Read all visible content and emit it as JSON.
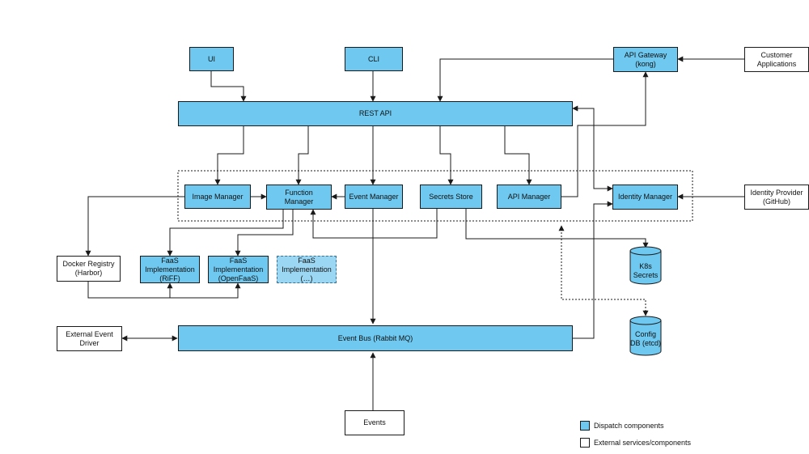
{
  "components": {
    "ui": "UI",
    "cli": "CLI",
    "api_gateway": "API Gateway\n(kong)",
    "customer_apps": "Customer\nApplications",
    "rest_api": "REST API",
    "image_manager": "Image Manager",
    "function_manager": "Function\nManager",
    "event_manager": "Event Manager",
    "secrets_store": "Secrets Store",
    "api_manager": "API Manager",
    "identity_manager": "Identity Manager",
    "identity_provider": "Identity Provider\n(GitHub)",
    "docker_registry": "Docker Registry\n(Harbor)",
    "faas_riff": "FaaS\nImplementation\n(RiFF)",
    "faas_openfaas": "FaaS\nImplementation\n(OpenFaaS)",
    "faas_other": "FaaS\nImplementation\n(…)",
    "k8s_secrets": "K8s\nSecrets",
    "config_db": "Config\nDB (etcd)",
    "external_event_driver": "External Event\nDriver",
    "event_bus": "Event Bus (Rabbit MQ)",
    "events": "Events"
  },
  "legend": {
    "dispatch": "Dispatch components",
    "external": "External services/components"
  },
  "colors": {
    "component_fill": "#6ec8f0",
    "external_fill": "#ffffff",
    "line": "#1a1a1a"
  }
}
